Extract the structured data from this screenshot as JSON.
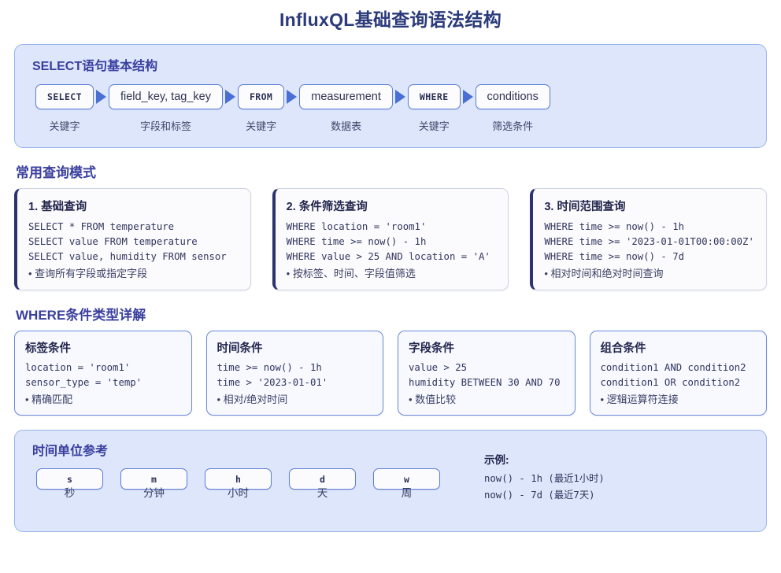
{
  "page": {
    "title": "InfluxQL基础查询语法结构",
    "accent_blue": "#3a3f9e",
    "panel_bg": "#dde6fb",
    "panel_border": "#9ab4ef",
    "box_border": "#5d7fd6",
    "arrow_color": "#4a6fd4",
    "card_accent": "#2c3470"
  },
  "select_structure": {
    "heading": "SELECT语句基本结构",
    "steps": [
      {
        "box": "SELECT",
        "caption": "关键字",
        "mono": true
      },
      {
        "box": "field_key, tag_key",
        "caption": "字段和标签",
        "mono": false
      },
      {
        "box": "FROM",
        "caption": "关键字",
        "mono": true
      },
      {
        "box": "measurement",
        "caption": "数据表",
        "mono": false
      },
      {
        "box": "WHERE",
        "caption": "关键字",
        "mono": true
      },
      {
        "box": "conditions",
        "caption": "筛选条件",
        "mono": false
      }
    ]
  },
  "common_patterns": {
    "heading": "常用查询模式",
    "cards": [
      {
        "title": "1. 基础查询",
        "lines": [
          "SELECT * FROM temperature",
          "SELECT value FROM temperature",
          "SELECT value, humidity FROM sensor"
        ],
        "note": "• 查询所有字段或指定字段"
      },
      {
        "title": "2. 条件筛选查询",
        "lines": [
          "WHERE location = 'room1'",
          "WHERE time >= now() - 1h",
          "WHERE value > 25 AND location = 'A'"
        ],
        "note": "• 按标签、时间、字段值筛选"
      },
      {
        "title": "3. 时间范围查询",
        "lines": [
          "WHERE time >= now() - 1h",
          "WHERE time >= '2023-01-01T00:00:00Z'",
          "WHERE time >= now() - 7d"
        ],
        "note": "• 相对时间和绝对时间查询"
      }
    ]
  },
  "where_conditions": {
    "heading": "WHERE条件类型详解",
    "cards": [
      {
        "title": "标签条件",
        "lines": [
          "location = 'room1'",
          "sensor_type = 'temp'"
        ],
        "note": "• 精确匹配"
      },
      {
        "title": "时间条件",
        "lines": [
          "time >= now() - 1h",
          "time > '2023-01-01'"
        ],
        "note": "• 相对/绝对时间"
      },
      {
        "title": "字段条件",
        "lines": [
          "value > 25",
          "humidity BETWEEN 30 AND 70"
        ],
        "note": "• 数值比较"
      },
      {
        "title": "组合条件",
        "lines": [
          "condition1 AND condition2",
          "condition1 OR condition2"
        ],
        "note": "• 逻辑运算符连接"
      }
    ]
  },
  "time_units": {
    "heading": "时间单位参考",
    "units": [
      {
        "symbol": "s",
        "label": "秒"
      },
      {
        "symbol": "m",
        "label": "分钟"
      },
      {
        "symbol": "h",
        "label": "小时"
      },
      {
        "symbol": "d",
        "label": "天"
      },
      {
        "symbol": "w",
        "label": "周"
      }
    ],
    "example_title": "示例:",
    "examples": [
      "now() - 1h (最近1小时)",
      "now() - 7d (最近7天)"
    ]
  }
}
